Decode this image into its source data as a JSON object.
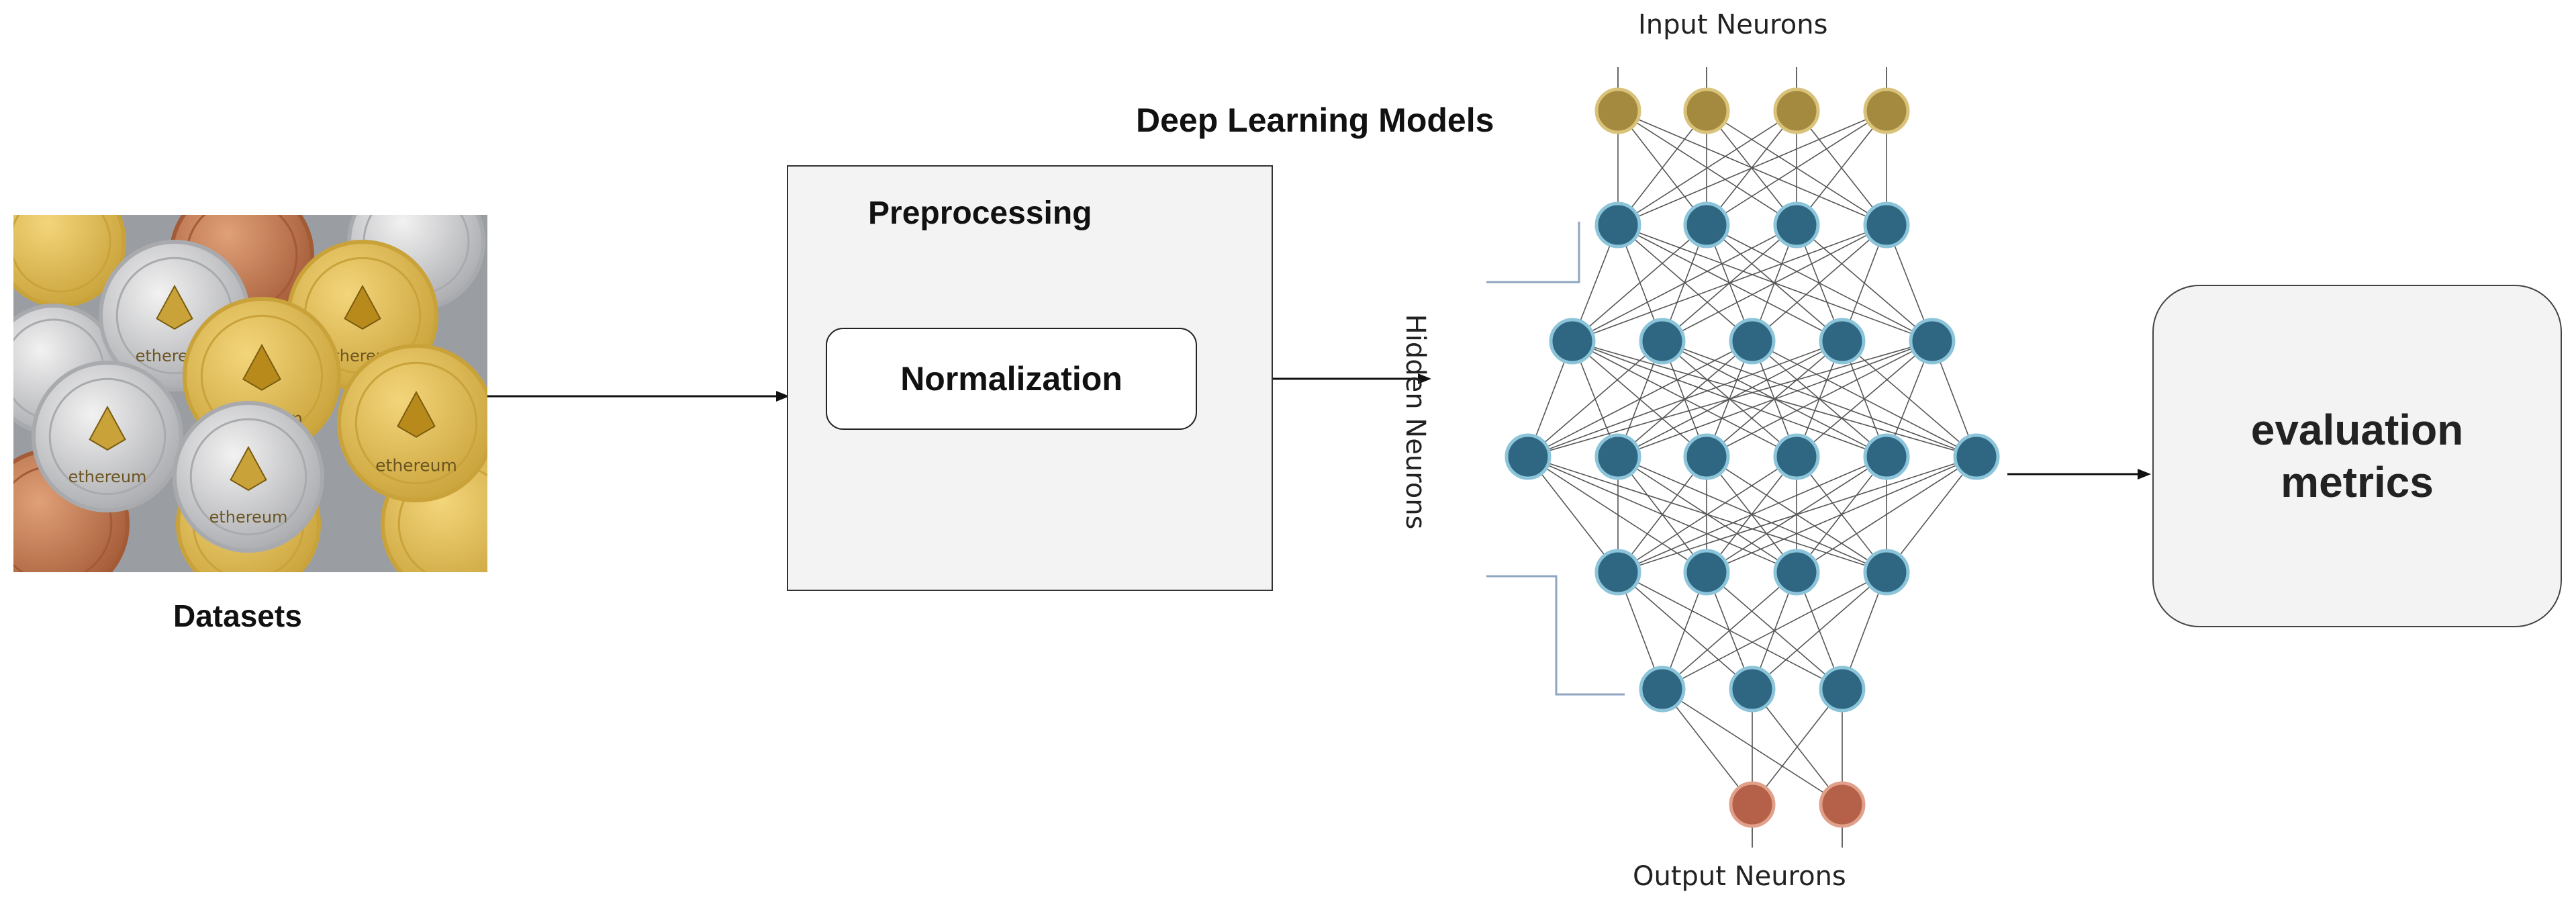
{
  "datasets": {
    "label": "Datasets",
    "image": "cryptocurrency-coins-photo"
  },
  "coin_text": "ethereum",
  "preprocessing": {
    "title": "Preprocessing",
    "step": "Normalization"
  },
  "model": {
    "title": "Deep Learning Models",
    "input_label": "Input Neurons",
    "hidden_label": "Hidden Neurons",
    "output_label": "Output Neurons",
    "layers": [
      {
        "role": "input",
        "count": 4
      },
      {
        "role": "hidden",
        "count": 4
      },
      {
        "role": "hidden",
        "count": 5
      },
      {
        "role": "hidden",
        "count": 6
      },
      {
        "role": "hidden",
        "count": 4
      },
      {
        "role": "hidden",
        "count": 3
      },
      {
        "role": "output",
        "count": 2
      }
    ]
  },
  "evaluation": {
    "line1": "evaluation",
    "line2": "metrics"
  },
  "colors": {
    "input": "#a48a3e",
    "hidden": "#2f6782",
    "output": "#b5614a",
    "box_fill": "#f3f3f3",
    "edge": "#555555"
  }
}
